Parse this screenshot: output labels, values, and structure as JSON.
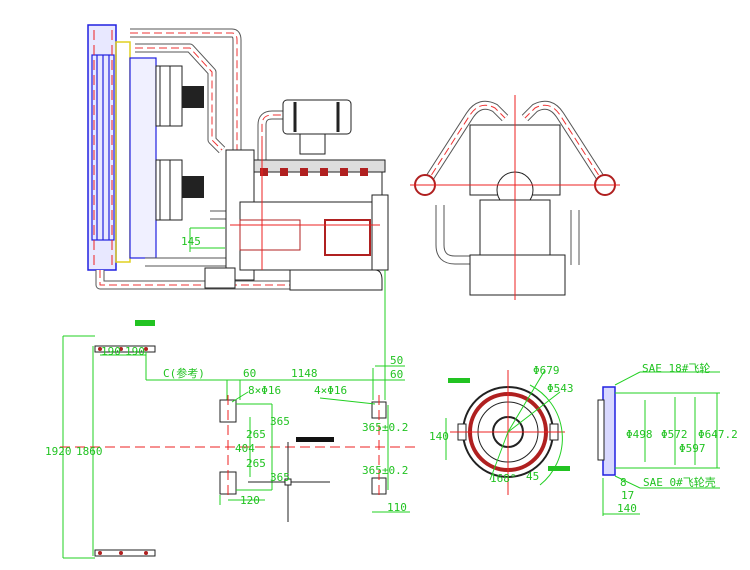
{
  "side_view": {
    "dim_145": "145"
  },
  "base_plan": {
    "overall_length": "1920",
    "rail_length": "1860",
    "rail_hole_pitch_1": "190",
    "rail_hole_pitch_2": "190",
    "reference_c": "C(参考)",
    "offset_60_left": "60",
    "span_1148": "1148",
    "offset_50": "50",
    "offset_60_right": "60",
    "holes_front": "8×Φ16",
    "holes_rear": "4×Φ16",
    "dim_365_top": "365",
    "dim_265_top": "265",
    "dim_404": "404",
    "dim_265_bottom": "265",
    "dim_365_bottom": "365",
    "dim_120": "120",
    "dim_365_tol_top": "365±0.2",
    "dim_365_tol_bottom": "365±0.2",
    "dim_110": "110"
  },
  "flywheel_front": {
    "d679": "Φ679",
    "d543": "Φ543",
    "dim_140": "140",
    "angle_168": "168°",
    "angle_45": "45"
  },
  "flywheel_side": {
    "flywheel_label": "SAE 18#飞轮",
    "housing_label": "SAE 0#飞轮壳",
    "d498": "Φ498",
    "d572": "Φ572",
    "d647": "Φ647.2",
    "d597": "Φ597",
    "dim_8": "8",
    "dim_17": "17",
    "dim_140": "140"
  },
  "colors": {
    "dimension": "#22c322",
    "centerline": "#ee2020",
    "radiator": "#2020e0"
  }
}
